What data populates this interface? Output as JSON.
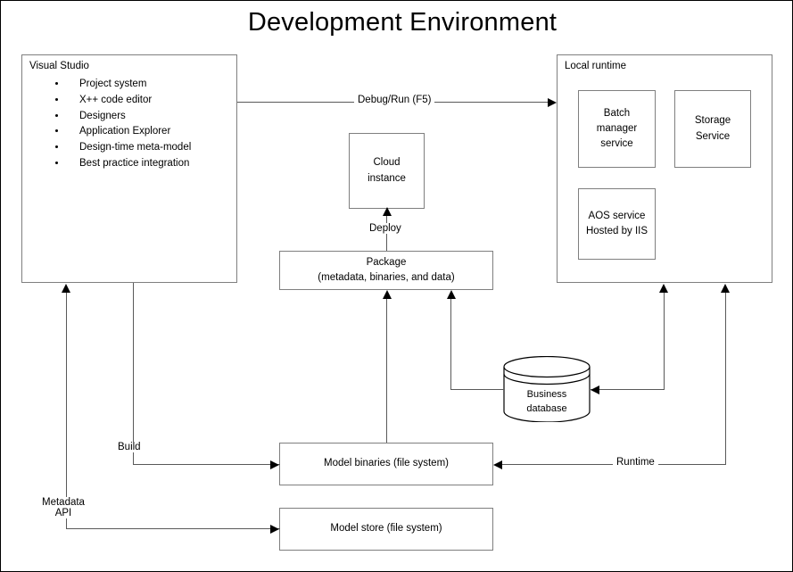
{
  "diagram": {
    "title": "Development Environment",
    "nodes": {
      "visual_studio": {
        "label": "Visual Studio",
        "features": [
          "Project system",
          "X++ code editor",
          "Designers",
          "Application Explorer",
          "Design-time meta-model",
          "Best practice integration"
        ]
      },
      "local_runtime": {
        "label": "Local runtime",
        "services": [
          {
            "name": "batch-manager-service",
            "label": "Batch\nmanager\nservice",
            "line1": "Batch",
            "line2": "manager",
            "line3": "service"
          },
          {
            "name": "storage-service",
            "label": "Storage Service",
            "line1": "Storage",
            "line2": "Service"
          },
          {
            "name": "aos-service",
            "label": "AOS service Hosted by IIS",
            "line1": "AOS service",
            "line2": "Hosted by IIS"
          }
        ]
      },
      "cloud_instance": {
        "line1": "Cloud",
        "line2": "instance"
      },
      "package": {
        "line1": "Package",
        "line2": "(metadata, binaries, and data)"
      },
      "model_binaries": {
        "label": "Model binaries (file system)"
      },
      "model_store": {
        "label": "Model store (file system)"
      },
      "business_database": {
        "line1": "Business",
        "line2": "database"
      }
    },
    "edges": {
      "debug_run": "Debug/Run (F5)",
      "deploy": "Deploy",
      "build": "Build",
      "metadata_api_line1": "Metadata",
      "metadata_api_line2": "API",
      "runtime": "Runtime"
    },
    "colors": {
      "box_border": "#7f7f7f",
      "frame_border": "#000000",
      "connector": "#595959",
      "text": "#000000",
      "background": "#ffffff"
    }
  }
}
